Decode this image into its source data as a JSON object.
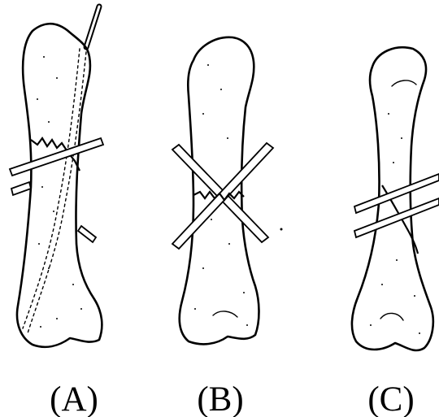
{
  "figure": {
    "panels": [
      {
        "id": "A",
        "label": "(A)"
      },
      {
        "id": "B",
        "label": "(B)"
      },
      {
        "id": "C",
        "label": "(C)"
      }
    ]
  }
}
